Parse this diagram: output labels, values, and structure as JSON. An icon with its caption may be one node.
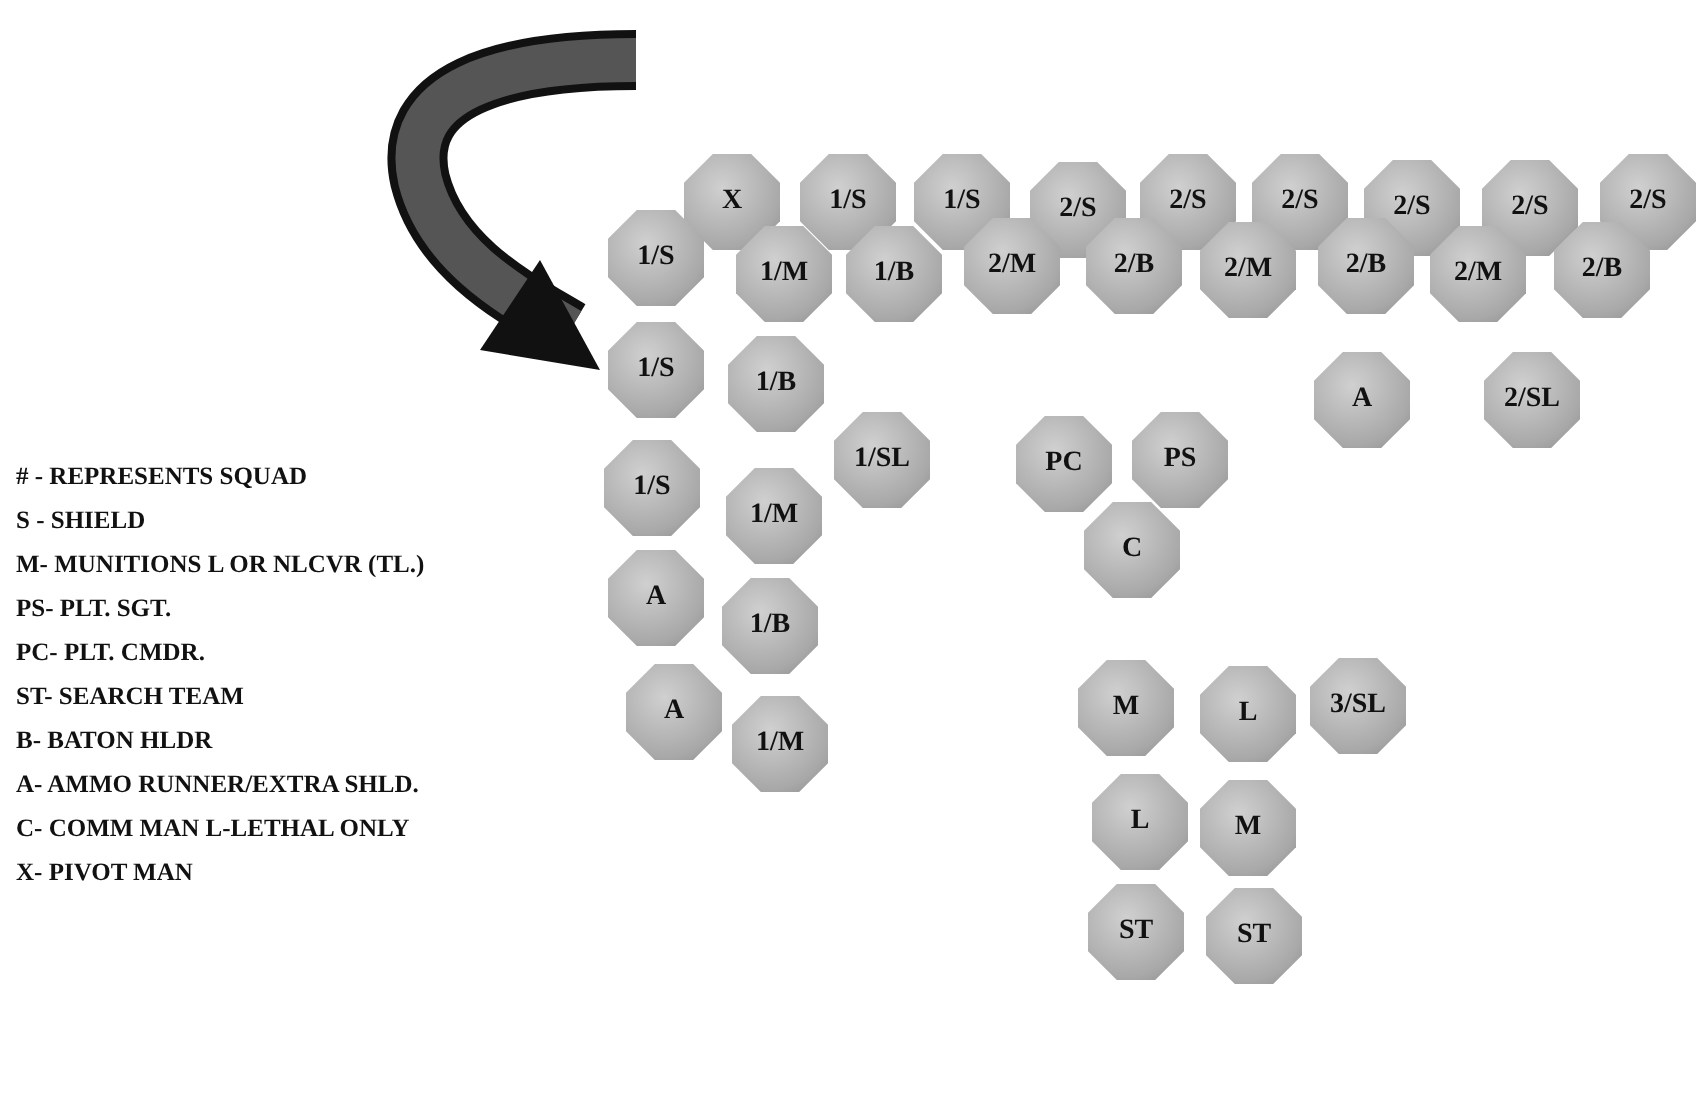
{
  "diagram": {
    "nodes": [
      {
        "text": [
          "X"
        ]
      },
      {
        "text": [
          "1/S"
        ]
      },
      {
        "text": [
          "1/S"
        ]
      },
      {
        "text": [
          "2/S"
        ]
      },
      {
        "text": [
          "2/S"
        ]
      },
      {
        "text": [
          "2/S"
        ]
      },
      {
        "text": [
          "2/S"
        ]
      },
      {
        "text": [
          "2/S"
        ]
      },
      {
        "text": [
          "2/S"
        ]
      },
      {
        "text": [
          "1/S"
        ]
      },
      {
        "text": [
          "1/M"
        ]
      },
      {
        "text": [
          "1/B"
        ]
      },
      {
        "text": [
          "2/M"
        ]
      },
      {
        "text": [
          "2/B"
        ]
      },
      {
        "text": [
          "2/M"
        ]
      },
      {
        "text": [
          "2/B"
        ]
      },
      {
        "text": [
          "2/M"
        ]
      },
      {
        "text": [
          "2/B"
        ]
      },
      {
        "text": [
          "1/S"
        ]
      },
      {
        "text": [
          "1/B"
        ]
      },
      {
        "text": [
          "A"
        ]
      },
      {
        "text": [
          "2/SL"
        ]
      },
      {
        "text": [
          "1/SL"
        ]
      },
      {
        "text": [
          "PC"
        ]
      },
      {
        "text": [
          "PS"
        ]
      },
      {
        "text": [
          "1/S"
        ]
      },
      {
        "text": [
          "1/M"
        ]
      },
      {
        "text": [
          "C"
        ]
      },
      {
        "text": [
          "A"
        ]
      },
      {
        "text": [
          "1/B"
        ]
      },
      {
        "text": [
          "A"
        ]
      },
      {
        "text": [
          "1/M"
        ]
      },
      {
        "text": [
          "3/SL"
        ]
      },
      {
        "text": [
          "M"
        ]
      },
      {
        "text": [
          "L"
        ]
      },
      {
        "text": [
          "L"
        ]
      },
      {
        "text": [
          "M"
        ]
      },
      {
        "text": [
          "ST"
        ]
      },
      {
        "text": [
          "ST"
        ]
      }
    ],
    "labels": [
      "# - REPRESENTS SQUAD",
      "S - SHIELD",
      "M- MUNITIONS L OR NLCVR (TL.)",
      "PS- PLT. SGT.",
      "PC- PLT. CMDR.",
      "ST- SEARCH TEAM",
      "B- BATON HLDR",
      "A- AMMO RUNNER/EXTRA SHLD.",
      "C- COMM MAN L-LETHAL ONLY",
      "X- PIVOT MAN"
    ]
  }
}
